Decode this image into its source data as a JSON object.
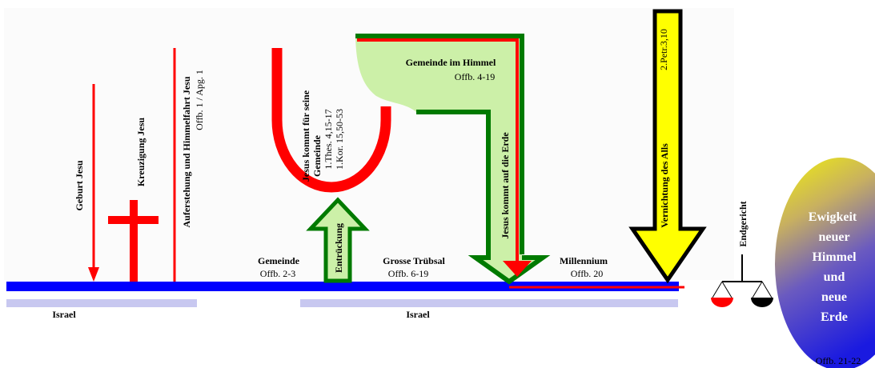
{
  "labels": {
    "geburt": "Geburt Jesu",
    "kreuzigung": "Kreuzigung Jesu",
    "auferstehung": "Auferstehung und Himmelfahrt Jesu",
    "auferstehung_ref": "Offb. 1 / Apg. 1",
    "kommt_gemeinde": "Jesus kommt für seine",
    "gemeinde_word": "Gemeinde",
    "thes_ref": "1.Thes. 4,15-17",
    "kor_ref": "1.Kor. 15,50-53",
    "entrueckung": "Entrückung",
    "gemeinde_himmel": "Gemeinde im Himmel",
    "gemeinde_himmel_ref": "Offb. 4-19",
    "kommt_erde": "Jesus kommt auf die Erde",
    "vernichtung": "Vernichtung des Alls",
    "petr_ref": "2.Petr.3,10",
    "endgericht": "Endgericht",
    "gemeinde": "Gemeinde",
    "gemeinde_ref": "Offb. 2-3",
    "truebsal": "Grosse Trübsal",
    "truebsal_ref": "Offb. 6-19",
    "millennium": "Millennium",
    "millennium_ref": "Offb. 20",
    "israel_left": "Israel",
    "israel_right": "Israel",
    "ewigkeit": [
      "Ewigkeit",
      "neuer",
      "Himmel",
      "und",
      "neue",
      "Erde"
    ],
    "ewigkeit_ref": "Offb. 21-22"
  },
  "colors": {
    "timeline": "#0000ff",
    "israel_band": "#c8c8f0",
    "red": "#ff0000",
    "green": "#007a00",
    "light_green": "#ccf0a8",
    "yellow": "#ffff00"
  }
}
